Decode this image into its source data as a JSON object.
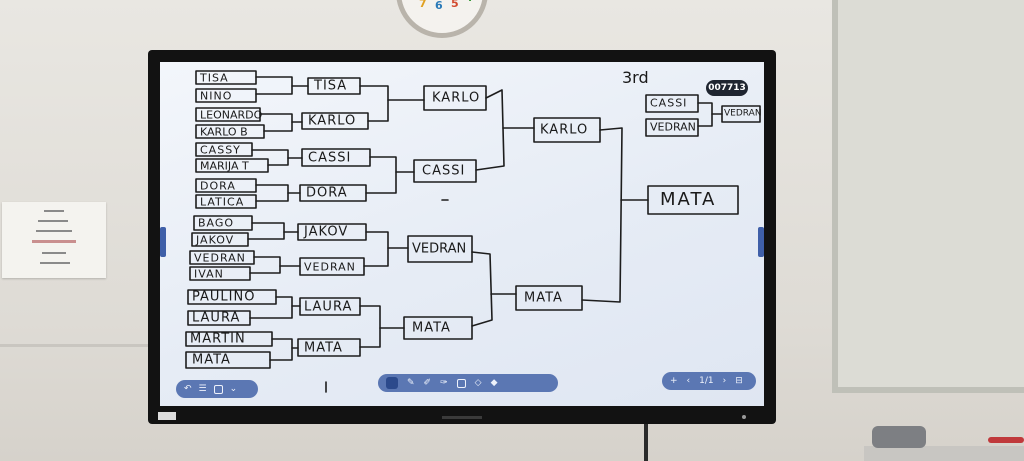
{
  "badge": "007713",
  "third_place_heading": "3rd",
  "round1": [
    "TISA",
    "NINO",
    "LEONARDO",
    "KARLO B",
    "CASSY",
    "MARIJA T",
    "DORA",
    "LATICA",
    "BAGO",
    "JAKOV",
    "VEDRAN",
    "IVAN",
    "PAULINO",
    "LAURA",
    "MARTIN",
    "MATA"
  ],
  "round2": [
    "TISA",
    "KARLO",
    "CASSI",
    "DORA",
    "JAKOV",
    "VEDRAN",
    "LAURA",
    "MATA"
  ],
  "round3": [
    "KARLO",
    "CASSI",
    "VEDRAN",
    "MATA"
  ],
  "semifinal": [
    "KARLO",
    "MATA"
  ],
  "champion": "MATA",
  "third_place": [
    "CASSI",
    "VEDRAN"
  ],
  "third_place_winner": "VEDRAN",
  "bottom_toolbar": {
    "page": "1/1"
  },
  "colors": {
    "ink": "#1a1a1a",
    "toolbar": "#5b77b3",
    "screen": "#eaf0f8"
  }
}
